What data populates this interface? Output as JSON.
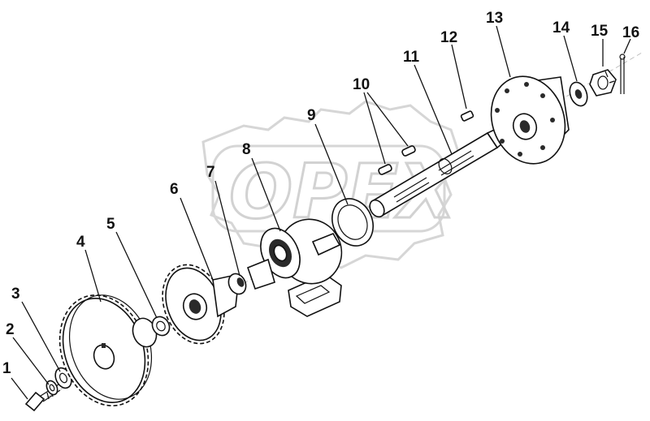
{
  "diagram": {
    "watermark_text": "OPEX",
    "parts": [
      {
        "number": "1"
      },
      {
        "number": "2"
      },
      {
        "number": "3"
      },
      {
        "number": "4"
      },
      {
        "number": "5"
      },
      {
        "number": "6"
      },
      {
        "number": "7"
      },
      {
        "number": "8"
      },
      {
        "number": "9"
      },
      {
        "number": "10"
      },
      {
        "number": "11"
      },
      {
        "number": "12"
      },
      {
        "number": "13"
      },
      {
        "number": "14"
      },
      {
        "number": "15"
      },
      {
        "number": "16"
      }
    ]
  }
}
